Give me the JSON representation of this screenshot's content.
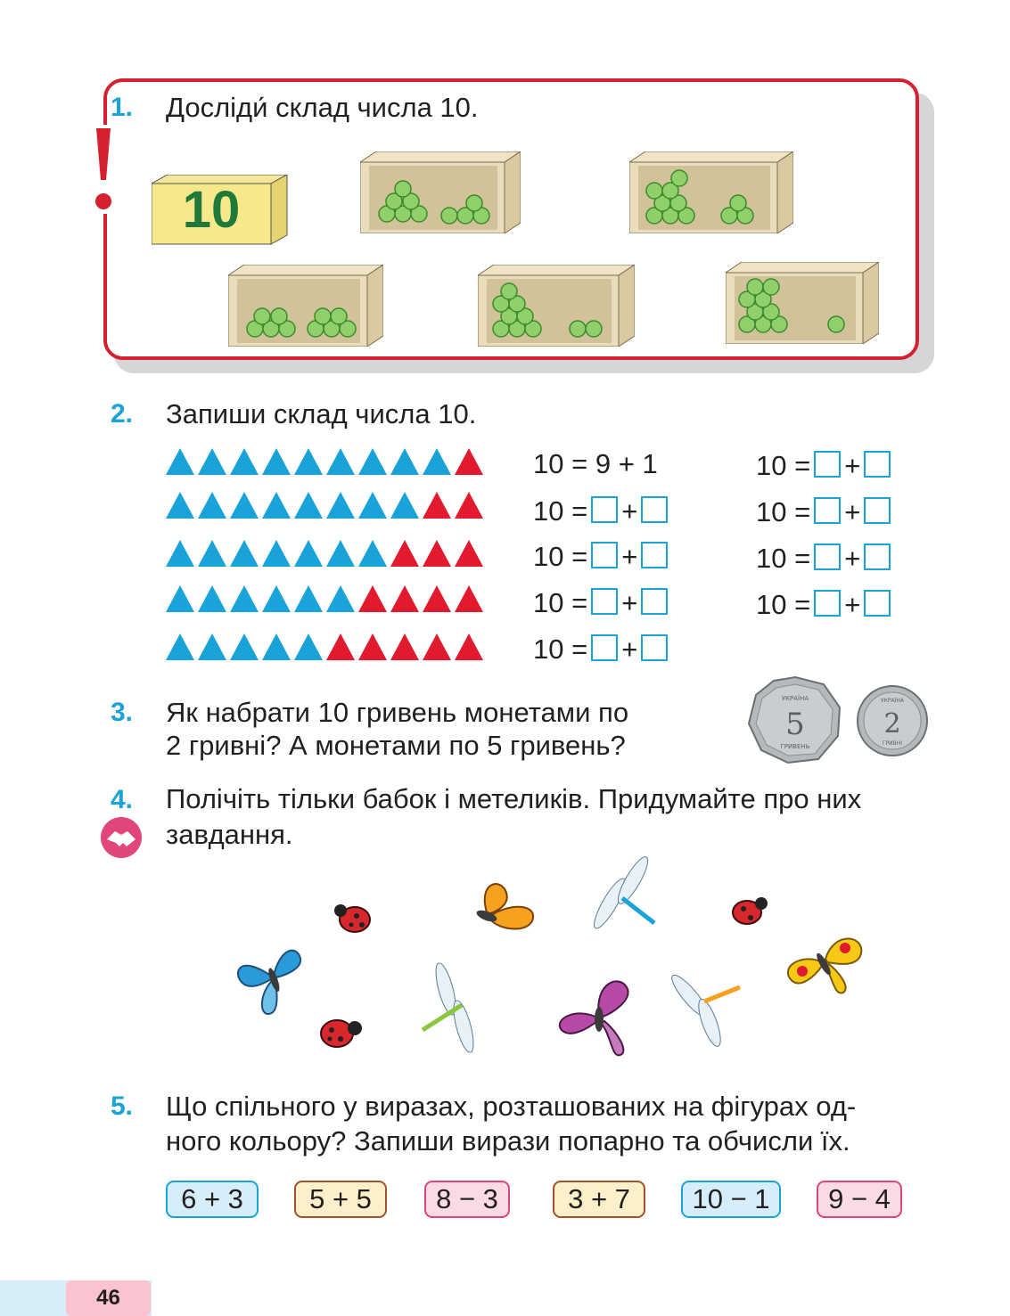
{
  "task1": {
    "number": "1.",
    "text": "Досліди́ склад числа 10.",
    "block_label": "10"
  },
  "task2": {
    "number": "2.",
    "text": "Запиши склад числа 10.",
    "rows": [
      {
        "blue": 9,
        "red": 1,
        "lhs": "10 =",
        "a": "9",
        "plus": "+",
        "b": "1"
      },
      {
        "blue": 8,
        "red": 2,
        "lhs": "10 =",
        "plus": "+"
      },
      {
        "blue": 7,
        "red": 3,
        "lhs": "10 =",
        "plus": "+"
      },
      {
        "blue": 6,
        "red": 4,
        "lhs": "10 =",
        "plus": "+"
      },
      {
        "blue": 5,
        "red": 5,
        "lhs": "10 =",
        "plus": "+"
      }
    ],
    "extra_rows": [
      {
        "lhs": "10 =",
        "plus": "+"
      },
      {
        "lhs": "10 =",
        "plus": "+"
      },
      {
        "lhs": "10 =",
        "plus": "+"
      },
      {
        "lhs": "10 =",
        "plus": "+"
      }
    ]
  },
  "task3": {
    "number": "3.",
    "line1": "Як набрати 10 гривень монетами по",
    "line2": "2 гривні? А монетами по 5 гривень?",
    "coin1": {
      "value": "5",
      "label": "ГРИВЕНЬ",
      "country": "УКРАЇНА"
    },
    "coin2": {
      "value": "2",
      "label": "ГРИВНІ",
      "country": "УКРАЇНА"
    }
  },
  "task4": {
    "number": "4.",
    "line1": "Полічіть тільки бабок і метеликів. Придумайте про них",
    "line2": "завдання."
  },
  "task5": {
    "number": "5.",
    "line1": "Що спільного у виразах, розташованих на фігурах од-",
    "line2": "ного кольору? Запиши вирази попарно та обчисли їх.",
    "expressions": [
      {
        "text": "6 + 3",
        "bg": "#d6eef9",
        "border": "#1aa3d9"
      },
      {
        "text": "5 + 5",
        "bg": "#fbf0c9",
        "border": "#a0522d"
      },
      {
        "text": "8 − 3",
        "bg": "#fadbe4",
        "border": "#e0457b"
      },
      {
        "text": "3 + 7",
        "bg": "#fbf0c9",
        "border": "#a0522d"
      },
      {
        "text": "10 − 1",
        "bg": "#d6eef9",
        "border": "#1aa3d9"
      },
      {
        "text": "9 − 4",
        "bg": "#fadbe4",
        "border": "#e0457b"
      }
    ]
  },
  "page_number": "46",
  "colors": {
    "accent_blue": "#1aa3d9",
    "accent_red": "#e11b2d",
    "frame_red": "#d6202f"
  },
  "icons": [
    "exclamation-icon",
    "handshake-icon",
    "ladybug-icon",
    "butterfly-icon",
    "dragonfly-icon"
  ]
}
